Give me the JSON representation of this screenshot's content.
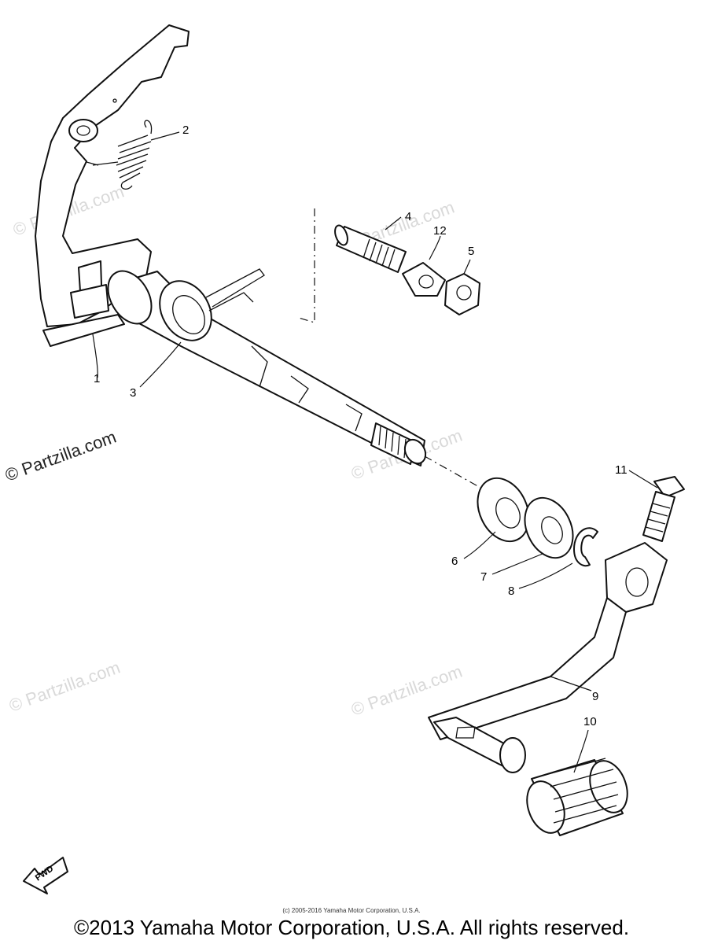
{
  "callouts": [
    {
      "id": "1",
      "text": "1"
    },
    {
      "id": "2",
      "text": "2"
    },
    {
      "id": "3",
      "text": "3"
    },
    {
      "id": "4",
      "text": "4"
    },
    {
      "id": "5",
      "text": "5"
    },
    {
      "id": "6",
      "text": "6"
    },
    {
      "id": "7",
      "text": "7"
    },
    {
      "id": "8",
      "text": "8"
    },
    {
      "id": "9",
      "text": "9"
    },
    {
      "id": "10",
      "text": "10"
    },
    {
      "id": "11",
      "text": "11"
    },
    {
      "id": "12",
      "text": "12"
    }
  ],
  "watermark": "© Partzilla.com",
  "fwd_label": "FWD",
  "small_copyright": "(c) 2005-2016 Yamaha Motor Corporation, U.S.A.",
  "main_copyright": "©2013 Yamaha Motor Corporation, U.S.A. All rights reserved."
}
